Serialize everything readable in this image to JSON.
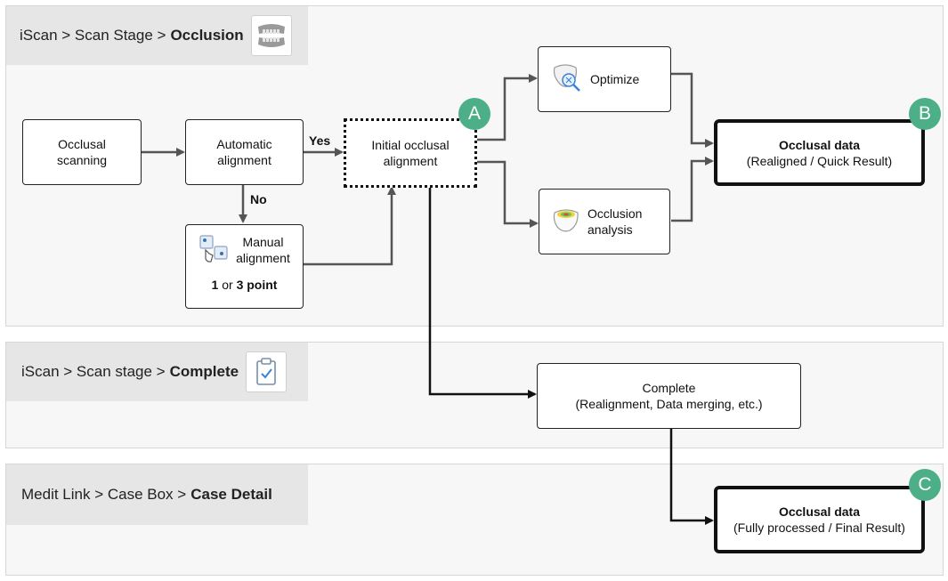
{
  "panels": {
    "occlusion": {
      "crumb": "iScan > Scan Stage >",
      "current": "Occlusion",
      "icon": "teeth-icon"
    },
    "complete": {
      "crumb": "iScan > Scan stage >",
      "current": "Complete",
      "icon": "clipboard-check-icon"
    },
    "case_detail": {
      "crumb": "Medit Link > Case Box >",
      "current": "Case Detail"
    }
  },
  "nodes": {
    "occlusal_scanning": {
      "line1": "Occlusal",
      "line2": "scanning"
    },
    "automatic_alignment": {
      "line1": "Automatic",
      "line2": "alignment"
    },
    "manual_alignment": {
      "line1": "Manual",
      "line2": "alignment",
      "n1": "1",
      "or": "or",
      "n3": "3",
      "point": "point",
      "icon": "manual-alignment-icon"
    },
    "initial_occlusal": {
      "line1": "Initial occlusal",
      "line2": "alignment"
    },
    "optimize": {
      "label": "Optimize",
      "icon": "optimize-icon"
    },
    "occlusion_analysis": {
      "line1": "Occlusion",
      "line2": "analysis",
      "icon": "occlusion-analysis-icon"
    },
    "occlusal_data_b": {
      "line1": "Occlusal data",
      "line2": "(Realigned / Quick Result)"
    },
    "complete": {
      "line1": "Complete",
      "line2": "(Realignment, Data merging, etc.)"
    },
    "occlusal_data_c": {
      "line1": "Occlusal data",
      "line2": "(Fully processed / Final Result)"
    }
  },
  "edge_labels": {
    "yes": "Yes",
    "no": "No"
  },
  "badges": {
    "a": "A",
    "b": "B",
    "c": "C"
  },
  "colors": {
    "badge": "#4caf87",
    "gray_arrow": "#555555",
    "black_arrow": "#111111"
  }
}
